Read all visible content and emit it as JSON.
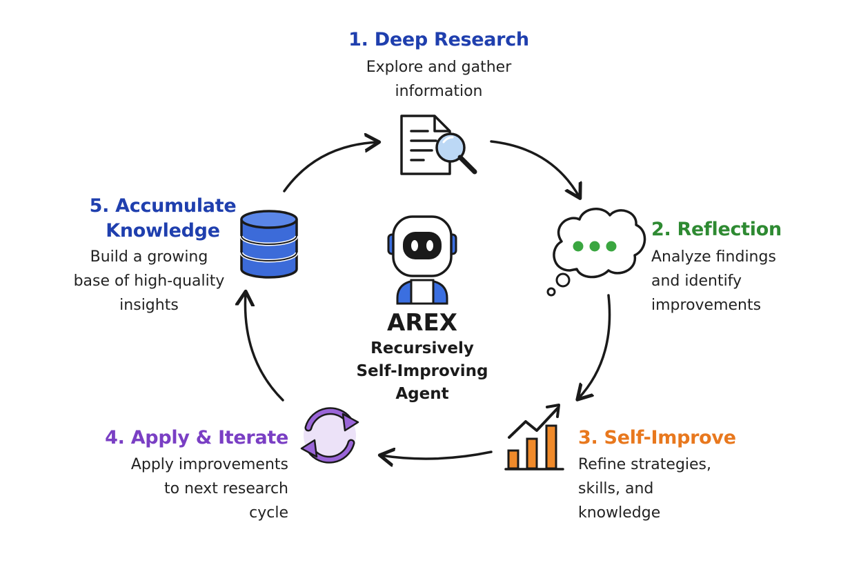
{
  "center": {
    "title": "AREX",
    "subtitle_lines": [
      "Recursively",
      "Self-Improving",
      "Agent"
    ]
  },
  "steps": [
    {
      "title": "1. Deep Research",
      "desc_lines": [
        "Explore and gather",
        "information"
      ],
      "color": "#1f3fae",
      "icon": "document-search-icon"
    },
    {
      "title": "2. Reflection",
      "desc_lines": [
        "Analyze findings",
        "and identify",
        "improvements"
      ],
      "color": "#2e8a32",
      "icon": "thought-bubble-icon"
    },
    {
      "title": "3. Self-Improve",
      "desc_lines": [
        "Refine strategies,",
        "skills, and",
        "knowledge"
      ],
      "color": "#e8781e",
      "icon": "growth-chart-icon"
    },
    {
      "title": "4. Apply & Iterate",
      "desc_lines": [
        "Apply improvements",
        "to next research",
        "cycle"
      ],
      "color": "#7a3fc4",
      "icon": "refresh-cycle-icon"
    },
    {
      "title_lines": [
        "5. Accumulate",
        "Knowledge"
      ],
      "desc_lines": [
        "Build a growing",
        "base of high-quality",
        "insights"
      ],
      "color": "#1f3fae",
      "icon": "database-icon"
    }
  ],
  "colors": {
    "arrow": "#1a1a1a",
    "robot_accent": "#3b6fe0"
  }
}
